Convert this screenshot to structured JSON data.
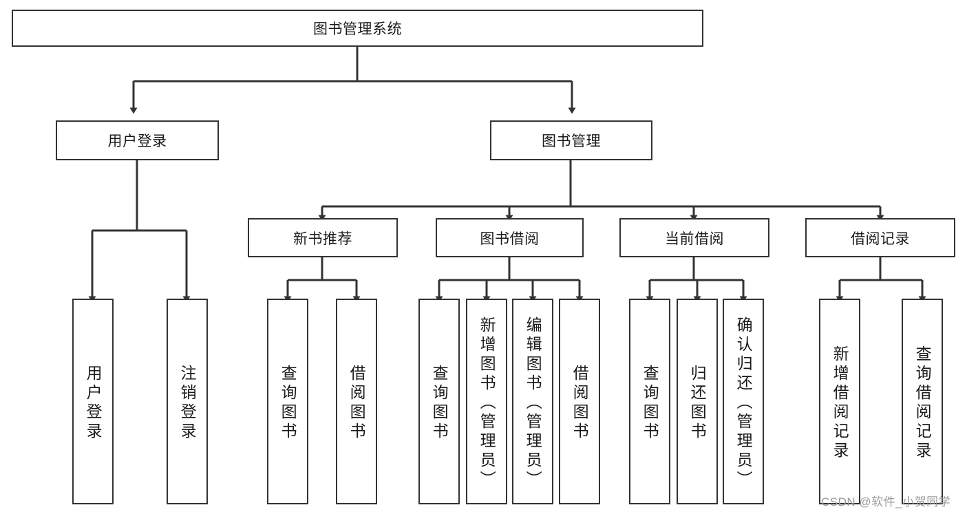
{
  "diagram": {
    "type": "hierarchy-tree",
    "title": "图书管理系统",
    "root": {
      "id": "root",
      "label": "图书管理系统",
      "orientation": "horizontal"
    },
    "level1": [
      {
        "id": "user-login",
        "label": "用户登录",
        "orientation": "horizontal"
      },
      {
        "id": "book-management",
        "label": "图书管理",
        "orientation": "horizontal"
      }
    ],
    "level2": [
      {
        "id": "new-book-recommend",
        "label": "新书推荐",
        "orientation": "horizontal",
        "parent": "book-management"
      },
      {
        "id": "book-borrow",
        "label": "图书借阅",
        "orientation": "horizontal",
        "parent": "book-management"
      },
      {
        "id": "current-borrow",
        "label": "当前借阅",
        "orientation": "horizontal",
        "parent": "book-management"
      },
      {
        "id": "borrow-record",
        "label": "借阅记录",
        "orientation": "horizontal",
        "parent": "book-management"
      }
    ],
    "leaves": [
      {
        "id": "leaf-user-login",
        "label": "用户登录",
        "parent": "user-login"
      },
      {
        "id": "leaf-logout-login",
        "label": "注销登录",
        "parent": "user-login"
      },
      {
        "id": "leaf-query-book-1",
        "label": "查询图书",
        "parent": "new-book-recommend"
      },
      {
        "id": "leaf-borrow-book-1",
        "label": "借阅图书",
        "parent": "new-book-recommend"
      },
      {
        "id": "leaf-query-book-2",
        "label": "查询图书",
        "parent": "book-borrow"
      },
      {
        "id": "leaf-add-book",
        "label": "新增图书（管理员）",
        "parent": "book-borrow"
      },
      {
        "id": "leaf-edit-book",
        "label": "编辑图书（管理员）",
        "parent": "book-borrow"
      },
      {
        "id": "leaf-borrow-book-2",
        "label": "借阅图书",
        "parent": "book-borrow"
      },
      {
        "id": "leaf-query-book-3",
        "label": "查询图书",
        "parent": "current-borrow"
      },
      {
        "id": "leaf-return-book",
        "label": "归还图书",
        "parent": "current-borrow"
      },
      {
        "id": "leaf-confirm-return",
        "label": "确认归还（管理员）",
        "parent": "current-borrow"
      },
      {
        "id": "leaf-add-record",
        "label": "新增借阅记录",
        "parent": "borrow-record"
      },
      {
        "id": "leaf-query-record",
        "label": "查询借阅记录",
        "parent": "borrow-record"
      }
    ],
    "colors": {
      "border": "#333333",
      "background": "#ffffff",
      "text": "#1a1a1a",
      "connector": "#333333",
      "watermark": "#9a9a9a"
    }
  },
  "watermark": {
    "text": "CSDN @软件_小贺同学"
  }
}
